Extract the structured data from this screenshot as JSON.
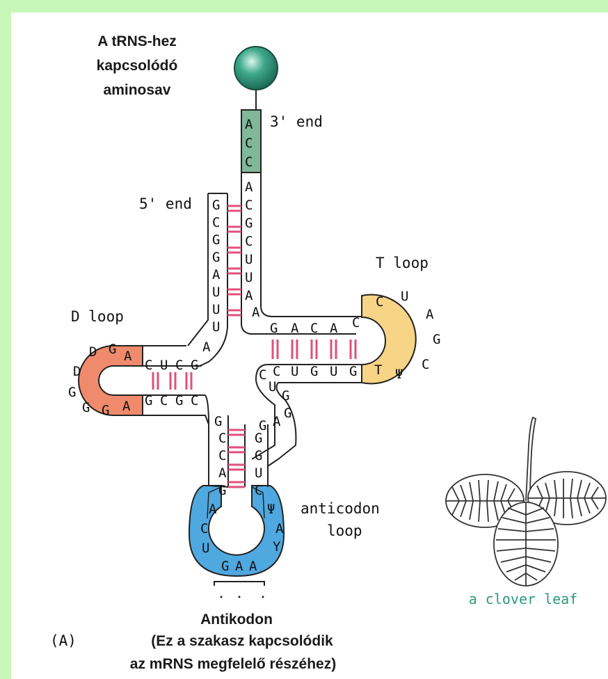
{
  "labels": {
    "amino_acid": [
      "A tRNS-hez",
      "kapcsolódó",
      "aminosav"
    ],
    "three_prime": "3' end",
    "five_prime": "5' end",
    "t_loop": "T loop",
    "d_loop": "D loop",
    "anticodon_loop": [
      "anticodon",
      "loop"
    ],
    "anticodon_title": "Antikodon",
    "caption_marker": "(A)",
    "anticodon_note": [
      "(Ez a szakasz kapcsolódik",
      "az mRNS megfelelő részéhez)"
    ],
    "clover": "a clover leaf"
  },
  "bases": {
    "acceptor_3prime_cap": [
      "A",
      "C",
      "C"
    ],
    "acceptor_3prime": [
      "A",
      "C",
      "G",
      "C",
      "U",
      "U",
      "A",
      "A"
    ],
    "acceptor_5prime": [
      "G",
      "C",
      "G",
      "G",
      "A",
      "U",
      "U",
      "U",
      "A"
    ],
    "d_arm_top": [
      "C",
      "U",
      "C",
      "G"
    ],
    "d_arm_bottom": [
      "G",
      "C",
      "G",
      "C"
    ],
    "d_loop": [
      "A",
      "G",
      "D",
      "D",
      "G",
      "G",
      "G",
      "A"
    ],
    "t_arm_top": [
      "G",
      "A",
      "C",
      "A",
      "C"
    ],
    "t_arm_bottom": [
      "C",
      "U",
      "G",
      "U",
      "G"
    ],
    "t_loop": [
      "C",
      "U",
      "A",
      "G",
      "C",
      "Ψ",
      "T"
    ],
    "variable_loop": [
      "C",
      "U",
      "G",
      "G",
      "A",
      "G"
    ],
    "anticodon_stem_left": [
      "G",
      "C",
      "C",
      "A",
      "G"
    ],
    "anticodon_stem_right": [
      "G",
      "G",
      "U",
      "C"
    ],
    "anticodon_loop": [
      "A",
      "C",
      "U",
      "G",
      "A",
      "A",
      "Y",
      "A",
      "Ψ"
    ]
  },
  "colors": {
    "background": "#c6f7b8",
    "amino_acid_ball": "#3fa88a",
    "acceptor_end": "#7fb89a",
    "d_loop": "#f08a6c",
    "t_loop": "#f7d486",
    "anticodon_loop": "#4fa8e0",
    "base_pair": "#e0507a",
    "clover_text": "#2a9a7a"
  }
}
